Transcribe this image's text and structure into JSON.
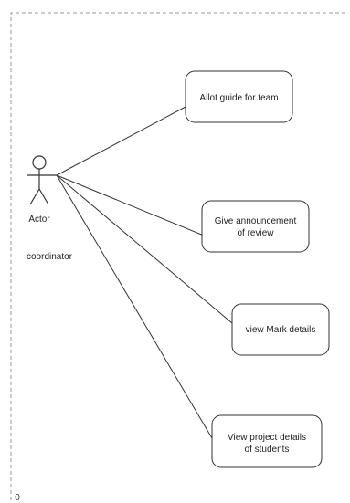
{
  "diagram": {
    "actor": {
      "label": "Actor",
      "role": "coordinator"
    },
    "use_cases": [
      {
        "id": "uc1",
        "lines": [
          "Allot guide for team"
        ]
      },
      {
        "id": "uc2",
        "lines": [
          "Give announcement",
          "of review"
        ]
      },
      {
        "id": "uc3",
        "lines": [
          "view Mark details"
        ]
      },
      {
        "id": "uc4",
        "lines": [
          "View  project details",
          "of students"
        ]
      }
    ],
    "corner_mark": "0",
    "colors": {
      "stroke": "#333333",
      "boundary": "#9a9a9a",
      "background": "#ffffff"
    }
  }
}
